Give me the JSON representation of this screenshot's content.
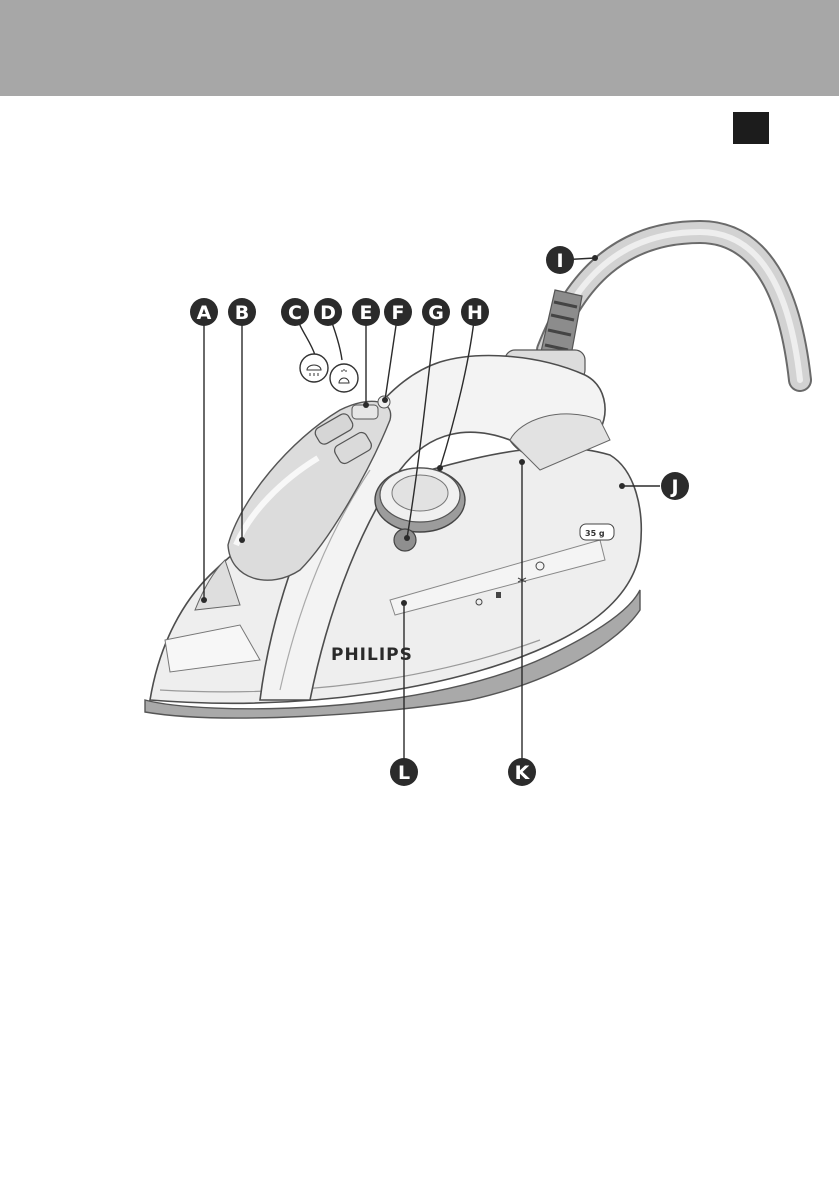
{
  "colors": {
    "header_band": "#a7a7a7",
    "page_marker": "#1c1c1c",
    "callout": "#2b2b2b",
    "iron_body": "#ebebeb",
    "iron_shadow": "#d4d4d4",
    "soleplate": "#b9b9b9",
    "cord": "#cfcfcf"
  },
  "iron": {
    "brand": "PHILIPS",
    "power_badge": "35 g"
  },
  "callouts": [
    {
      "key": "a",
      "letter": "A"
    },
    {
      "key": "b",
      "letter": "B"
    },
    {
      "key": "c",
      "letter": "C"
    },
    {
      "key": "d",
      "letter": "D"
    },
    {
      "key": "e",
      "letter": "E"
    },
    {
      "key": "f",
      "letter": "F"
    },
    {
      "key": "g",
      "letter": "G"
    },
    {
      "key": "h",
      "letter": "H"
    },
    {
      "key": "i",
      "letter": "I"
    },
    {
      "key": "j",
      "letter": "J"
    },
    {
      "key": "k",
      "letter": "K"
    },
    {
      "key": "l",
      "letter": "L"
    }
  ],
  "icons": [
    "shot-of-steam-icon",
    "spray-icon",
    "steam-control-icon",
    "temperature-dial-icon",
    "cord-icon"
  ]
}
